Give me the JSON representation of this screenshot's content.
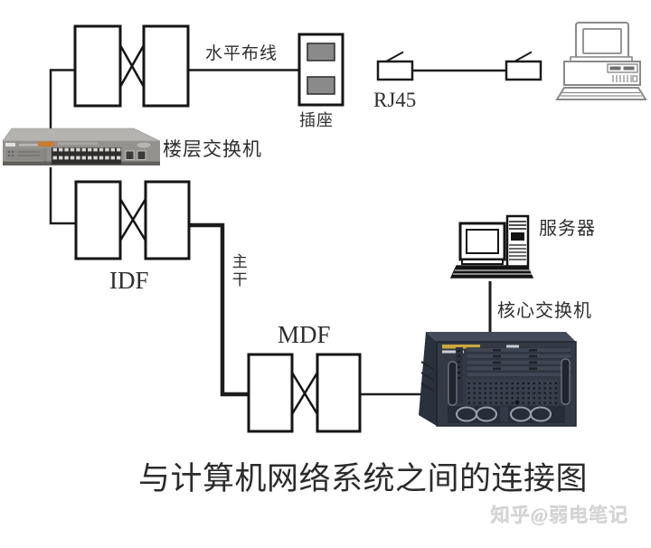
{
  "diagram": {
    "title": "与计算机网络系统之间的连接图",
    "watermark": "知乎@弱电笔记",
    "labels": {
      "horizontal_cabling": "水平布线",
      "socket": "插座",
      "rj45": "RJ45",
      "floor_switch": "楼层交换机",
      "idf": "IDF",
      "backbone": "主干",
      "mdf": "MDF",
      "server": "服务器",
      "core_switch": "核心交换机"
    },
    "colors": {
      "line": "#1c1c1c",
      "socket_port_fill": "#8a8a8a",
      "floor_switch_body": "#94928e",
      "floor_switch_sticker": "#c87c2e",
      "core_switch_body": "#333a46",
      "core_switch_label_stripe": "#c9a83c",
      "pc_outline": "#8a8a8a",
      "server_outline": "#141414",
      "title_text": "#2b2b2b",
      "watermark_text": "#d6d6d6"
    }
  }
}
